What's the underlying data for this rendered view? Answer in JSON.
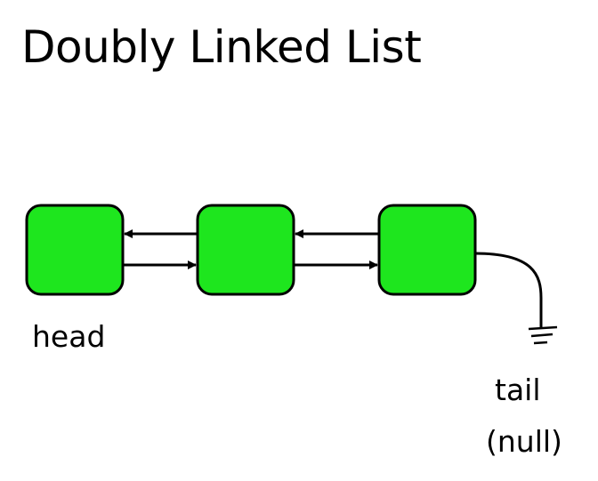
{
  "title": "Doubly Linked List",
  "labels": {
    "head": "head",
    "tail": "tail",
    "tail_value": "(null)"
  },
  "colors": {
    "node_fill": "#1ee61e",
    "node_stroke": "#000000",
    "arrow": "#000000",
    "text": "#000000"
  },
  "diagram": {
    "node_count": 3,
    "links": [
      "next",
      "prev"
    ],
    "tail_points_to": "null-ground-icon"
  }
}
